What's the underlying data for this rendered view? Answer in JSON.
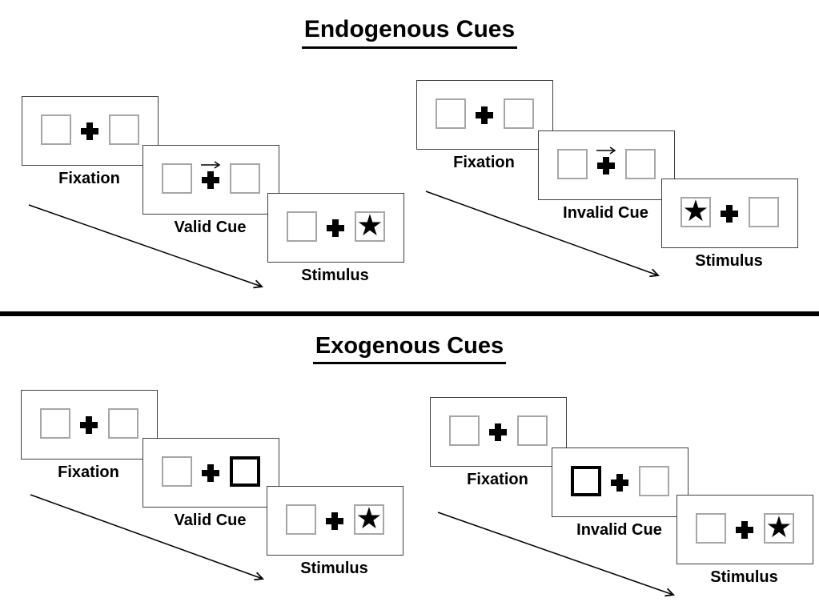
{
  "figure": {
    "kind": "posner-cueing-paradigm-diagram",
    "background": "#ffffff"
  },
  "glyphs": {
    "star": "★"
  },
  "colors": {
    "ink": "#000000",
    "panel_border": "#3f3f3f",
    "placeholder_box_border": "#a6a6a6",
    "bold_cue_box_border": "#000000",
    "divider": "#000000"
  },
  "sections": [
    {
      "title": "Endogenous Cues",
      "sequences": [
        {
          "name": "valid",
          "steps": [
            {
              "label": "Fixation",
              "left_box": "empty",
              "right_box": "empty",
              "cue": "none"
            },
            {
              "label": "Valid Cue",
              "left_box": "empty",
              "right_box": "empty",
              "cue": "arrow-right-above-fixation"
            },
            {
              "label": "Stimulus",
              "left_box": "empty",
              "right_box": "star",
              "cue": "none"
            }
          ]
        },
        {
          "name": "invalid",
          "steps": [
            {
              "label": "Fixation",
              "left_box": "empty",
              "right_box": "empty",
              "cue": "none"
            },
            {
              "label": "Invalid Cue",
              "left_box": "empty",
              "right_box": "empty",
              "cue": "arrow-right-above-fixation"
            },
            {
              "label": "Stimulus",
              "left_box": "star",
              "right_box": "empty",
              "cue": "none"
            }
          ]
        }
      ]
    },
    {
      "title": "Exogenous Cues",
      "sequences": [
        {
          "name": "valid",
          "steps": [
            {
              "label": "Fixation",
              "left_box": "empty",
              "right_box": "empty",
              "cue": "none"
            },
            {
              "label": "Valid Cue",
              "left_box": "empty",
              "right_box": "bold-outline",
              "cue": "none"
            },
            {
              "label": "Stimulus",
              "left_box": "empty",
              "right_box": "star",
              "cue": "none"
            }
          ]
        },
        {
          "name": "invalid",
          "steps": [
            {
              "label": "Fixation",
              "left_box": "empty",
              "right_box": "empty",
              "cue": "none"
            },
            {
              "label": "Invalid Cue",
              "left_box": "bold-outline",
              "right_box": "empty",
              "cue": "none"
            },
            {
              "label": "Stimulus",
              "left_box": "empty",
              "right_box": "star",
              "cue": "none"
            }
          ]
        }
      ]
    }
  ]
}
